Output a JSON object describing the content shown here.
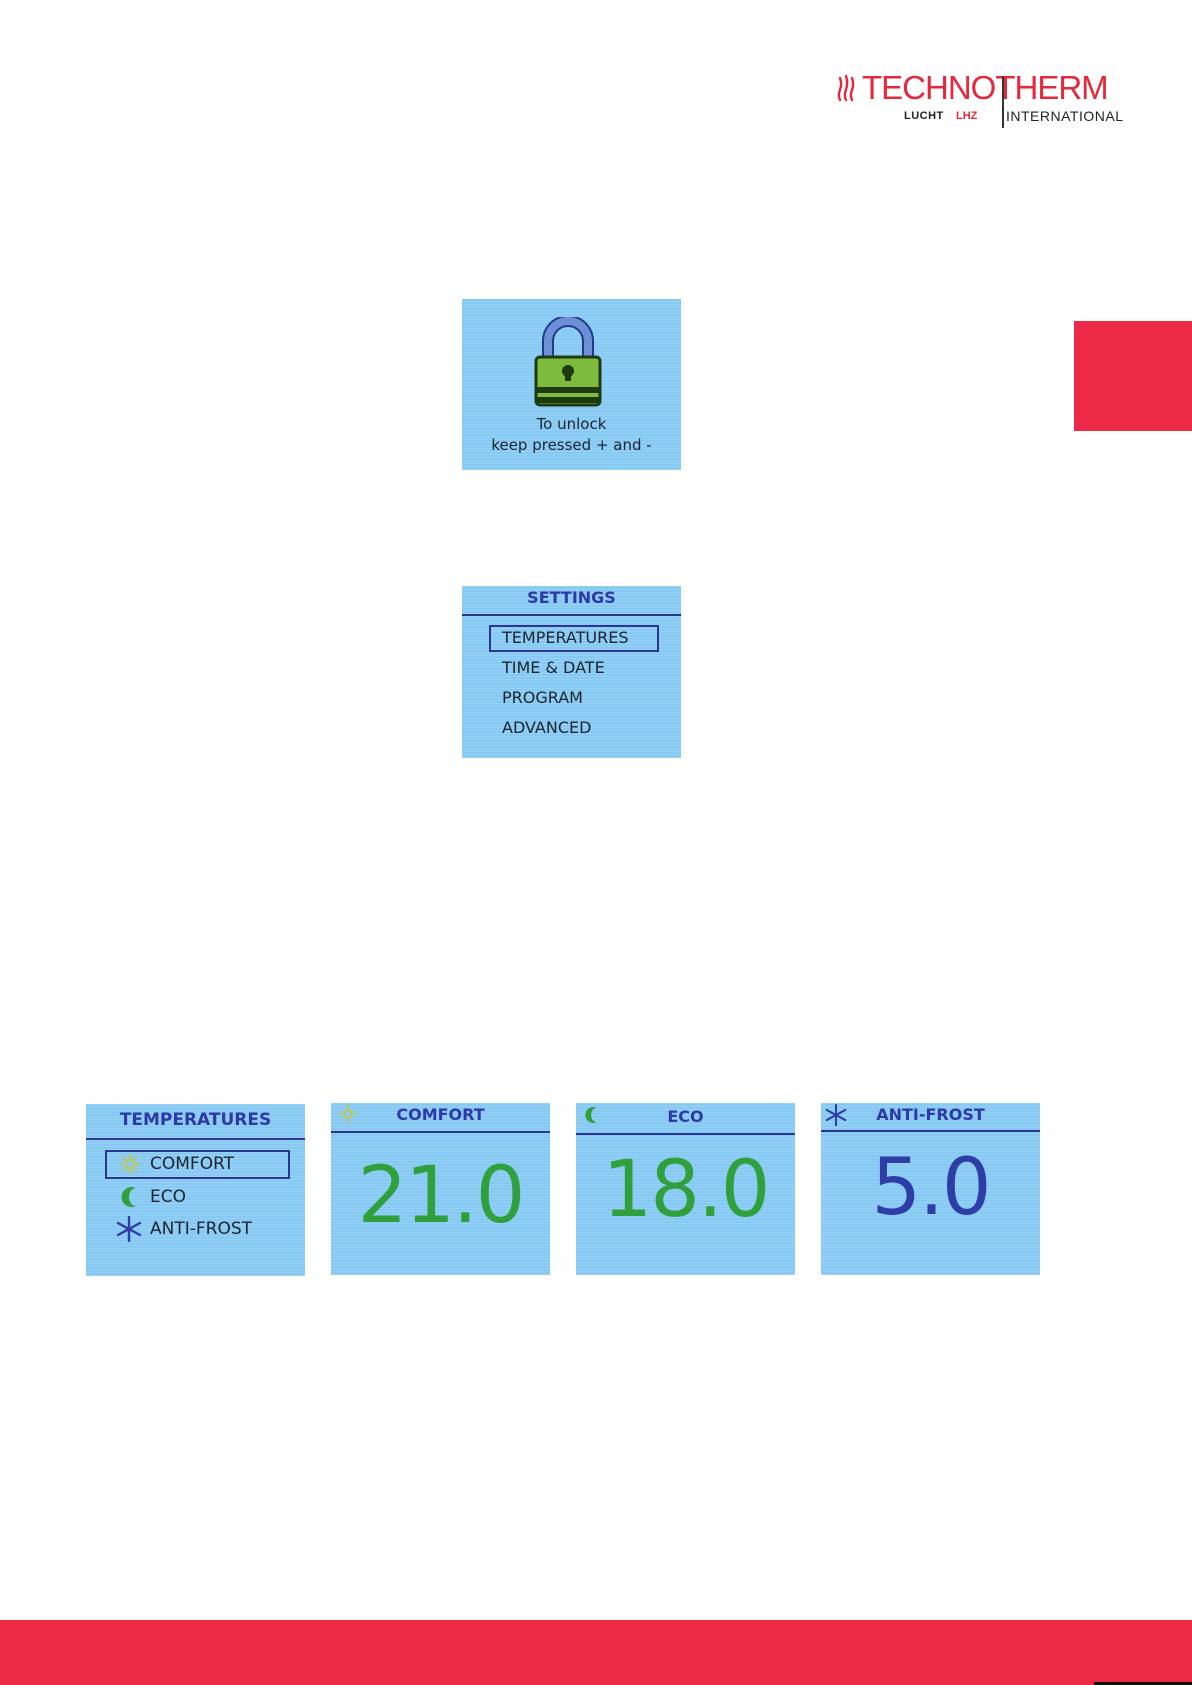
{
  "brand": {
    "name": "TECHNOTHERM",
    "sub_left": "LUCHT",
    "sub_lhz": "LHZ",
    "sub_right": "INTERNATIONAL",
    "accent_color": "#ed2a45"
  },
  "lock_screen": {
    "line1": "To unlock",
    "line2": "keep pressed  + and -",
    "icon": "padlock-icon"
  },
  "settings_screen": {
    "title": "SETTINGS",
    "items": [
      "TEMPERATURES",
      "TIME & DATE",
      "PROGRAM",
      "ADVANCED"
    ],
    "selected_index": 0
  },
  "temperatures_screen": {
    "title": "TEMPERATURES",
    "items": [
      {
        "label": "COMFORT",
        "icon": "sun-icon"
      },
      {
        "label": "ECO",
        "icon": "moon-icon"
      },
      {
        "label": "ANTI-FROST",
        "icon": "snowflake-icon"
      }
    ],
    "selected_index": 0
  },
  "mode_screens": [
    {
      "title": "COMFORT",
      "value": "21.0",
      "icon": "sun-icon",
      "color": "#2fa03c"
    },
    {
      "title": "ECO",
      "value": "18.0",
      "icon": "moon-icon",
      "color": "#2fa03c"
    },
    {
      "title": "ANTI-FROST",
      "value": "5.0",
      "icon": "snowflake-icon",
      "color": "#2e3ea6"
    }
  ]
}
